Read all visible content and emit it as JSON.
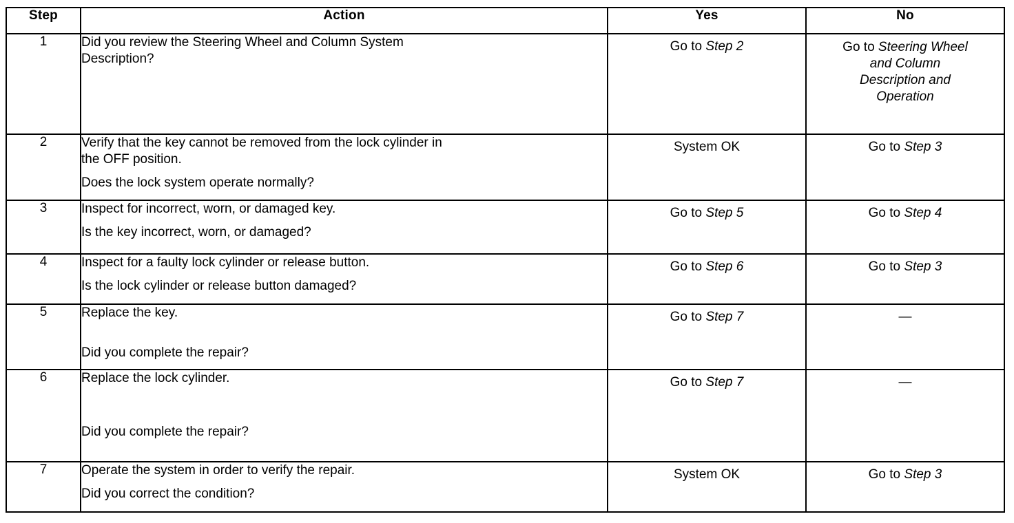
{
  "table": {
    "headers": [
      "Step",
      "Action",
      "Yes",
      "No"
    ],
    "rows": [
      {
        "step": "1",
        "action_lines": [
          "Did you review the Steering Wheel and Column System",
          "Description?"
        ],
        "yes": {
          "prefix": "Go to ",
          "emphasis": "Step 2",
          "align": "bottom"
        },
        "no": {
          "prefix": "Go to ",
          "emphasis_lines": [
            "Steering Wheel",
            "and Column",
            "Description and",
            "Operation"
          ],
          "align": "top"
        }
      },
      {
        "step": "2",
        "action_lines": [
          "Verify that the key cannot be removed from the lock cylinder in",
          "the OFF position.",
          "Does the lock system operate normally?"
        ],
        "yes": {
          "prefix": "System OK",
          "emphasis": "",
          "align": "bottom"
        },
        "no": {
          "prefix": "Go to ",
          "emphasis": "Step 3",
          "align": "bottom"
        }
      },
      {
        "step": "3",
        "action_lines": [
          "Inspect for incorrect, worn, or damaged key.",
          "Is the key incorrect, worn, or damaged?"
        ],
        "yes": {
          "prefix": "Go to ",
          "emphasis": "Step 5",
          "align": "bottom"
        },
        "no": {
          "prefix": "Go to ",
          "emphasis": "Step 4",
          "align": "bottom"
        }
      },
      {
        "step": "4",
        "action_lines": [
          "Inspect for a faulty lock cylinder or release button.",
          "Is the lock cylinder or release button damaged?"
        ],
        "yes": {
          "prefix": "Go to ",
          "emphasis": "Step 6",
          "align": "bottom"
        },
        "no": {
          "prefix": "Go to ",
          "emphasis": "Step 3",
          "align": "bottom"
        }
      },
      {
        "step": "5",
        "action_lines": [
          "Replace the key.",
          "Did you complete the repair?"
        ],
        "yes": {
          "prefix": "Go to ",
          "emphasis": "Step 7",
          "align": "bottom"
        },
        "no": {
          "prefix": "—",
          "emphasis": "",
          "align": "middle"
        }
      },
      {
        "step": "6",
        "action_lines": [
          "Replace the lock cylinder.",
          "Did you complete the repair?"
        ],
        "yes": {
          "prefix": "Go to ",
          "emphasis": "Step 7",
          "align": "bottom"
        },
        "no": {
          "prefix": "—",
          "emphasis": "",
          "align": "middle"
        }
      },
      {
        "step": "7",
        "action_lines": [
          "Operate the system in order to verify the repair.",
          "Did you correct the condition?"
        ],
        "yes": {
          "prefix": "System OK",
          "emphasis": "",
          "align": "bottom"
        },
        "no": {
          "prefix": "Go to ",
          "emphasis": "Step 3",
          "align": "bottom"
        }
      }
    ]
  },
  "colors": {
    "ink": "#000000",
    "paper": "#ffffff"
  }
}
